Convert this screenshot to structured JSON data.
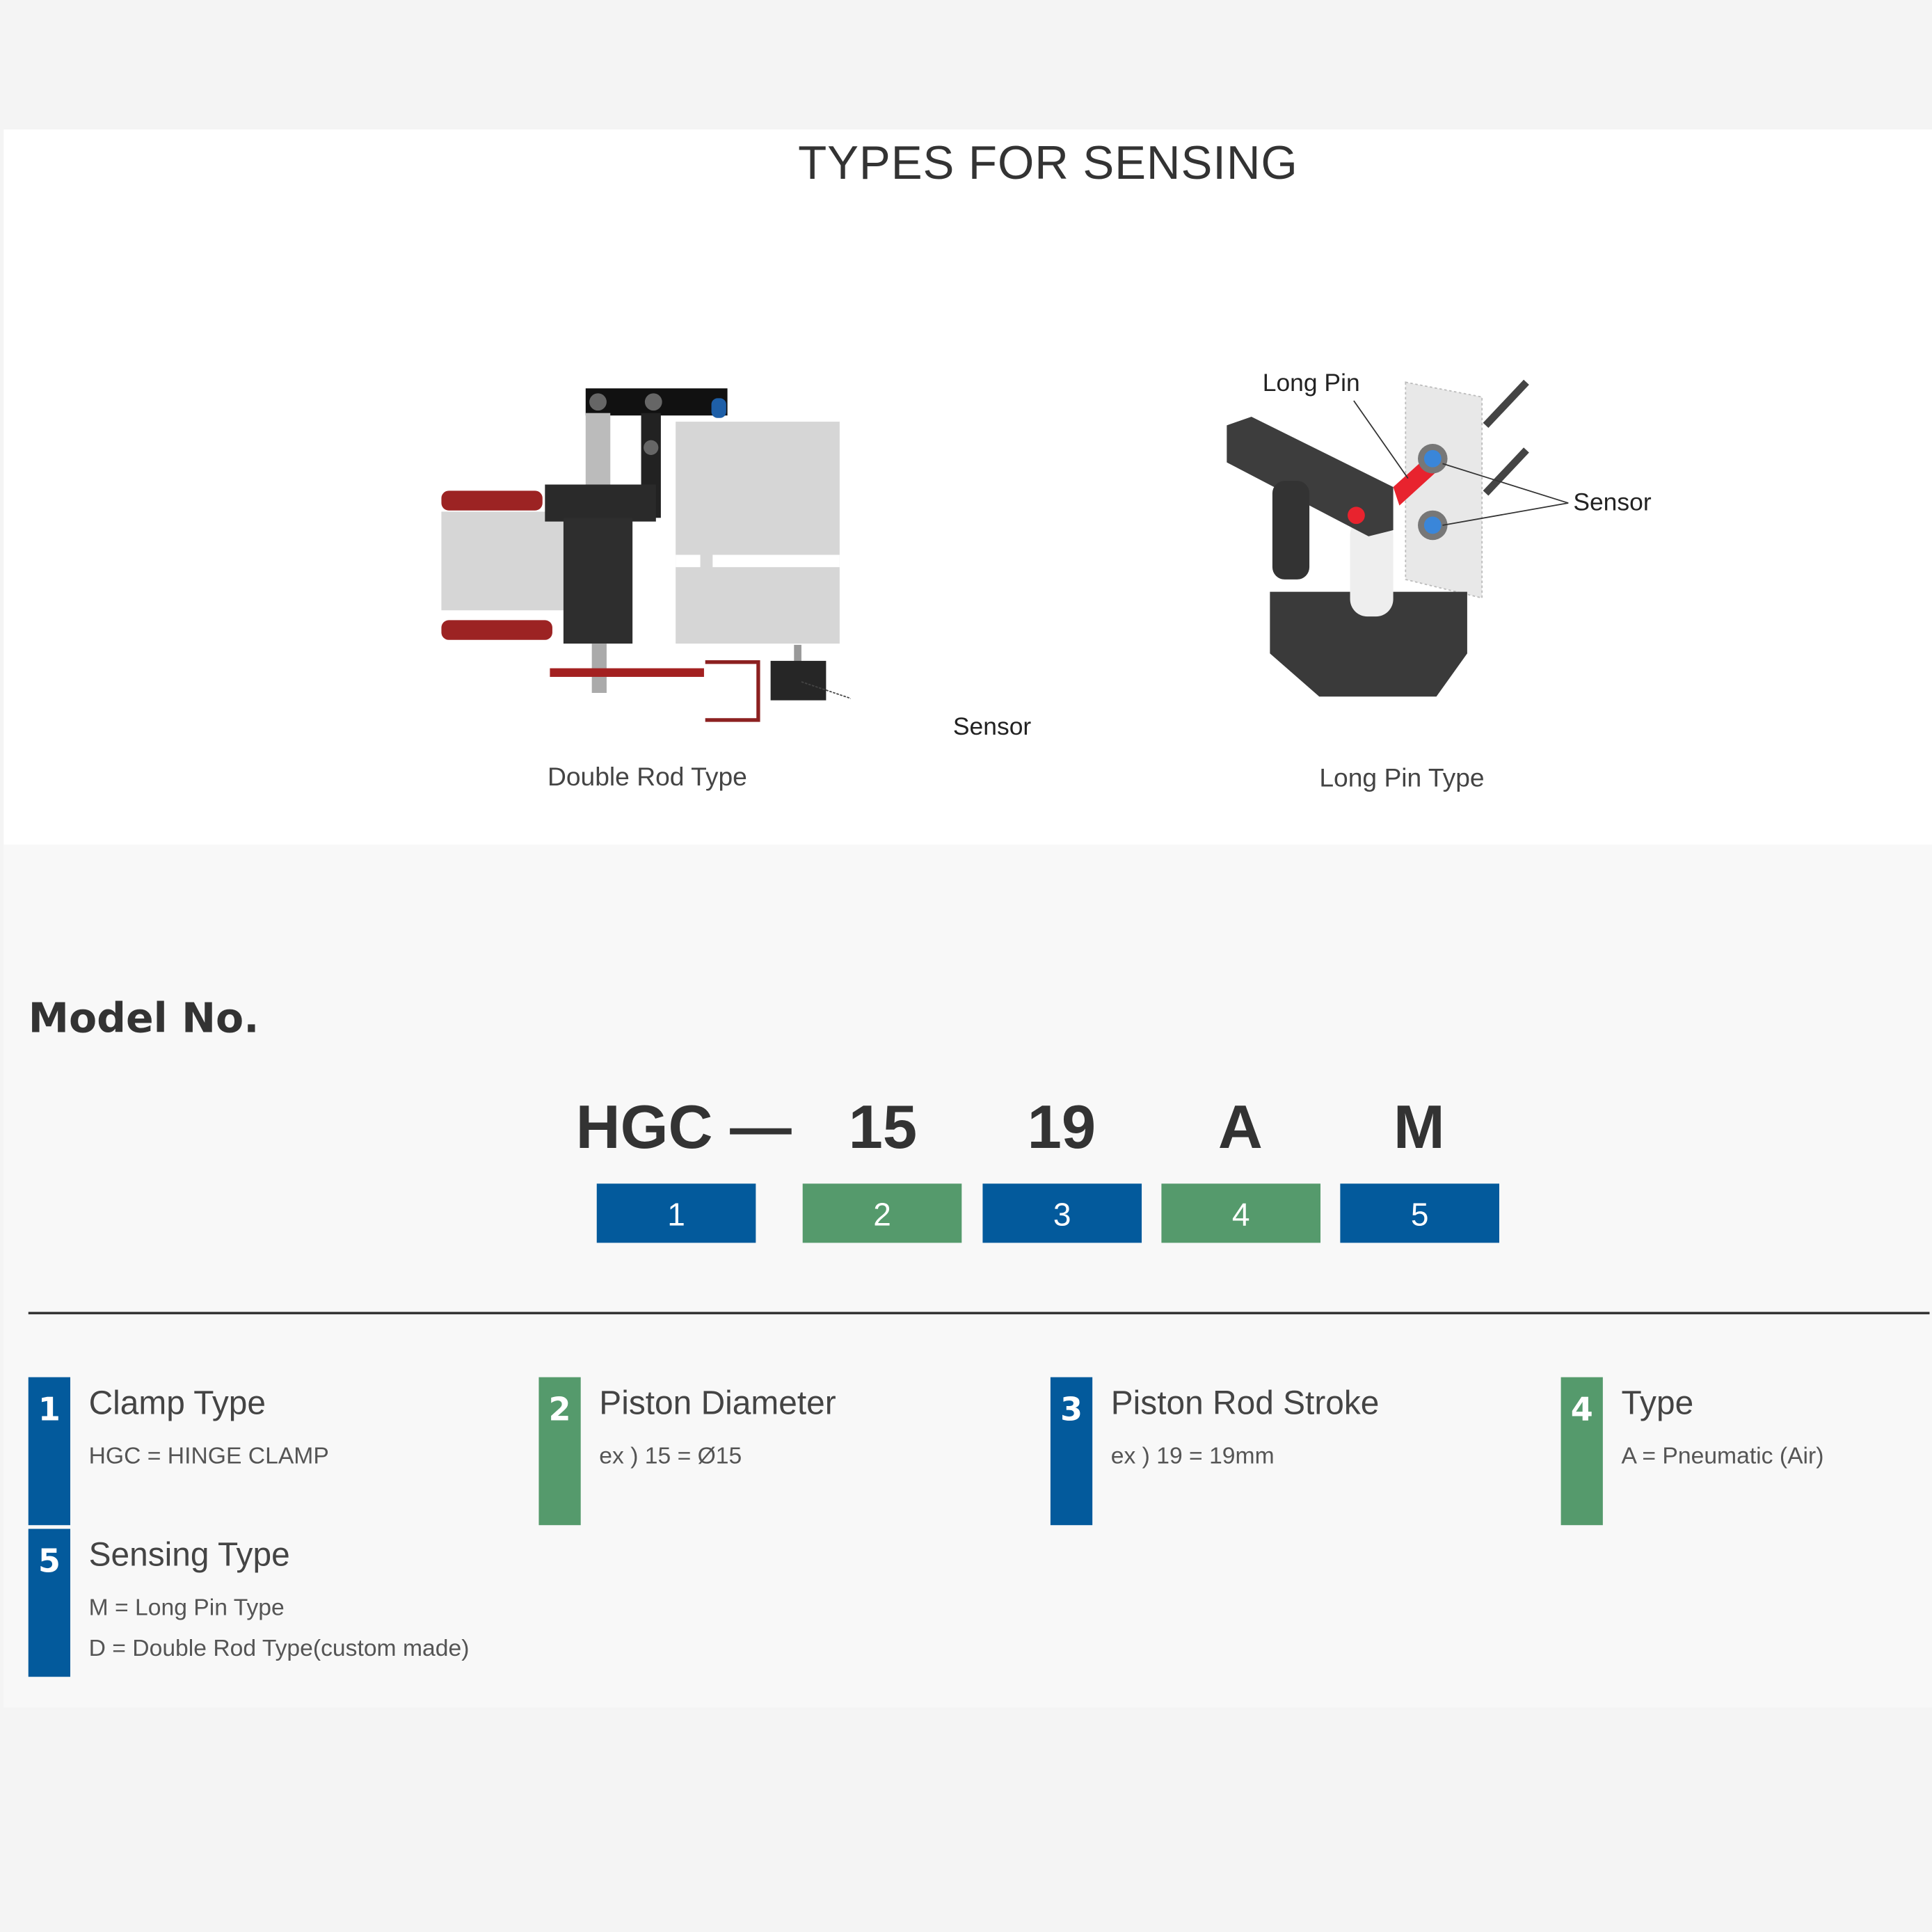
{
  "section_title": "TYPES FOR SENSING",
  "diagrams": [
    {
      "caption": "Double Rod Type",
      "labels": [
        "Sensor"
      ]
    },
    {
      "caption": "Long Pin Type",
      "labels": [
        "Long Pin",
        "Sensor"
      ]
    }
  ],
  "model": {
    "heading": "Model No.",
    "code_parts": [
      "HGC —",
      "15",
      "19",
      "A",
      "M"
    ],
    "boxes": [
      "1",
      "2",
      "3",
      "4",
      "5"
    ],
    "colors": {
      "blue": "#035a9c",
      "green": "#559a6c"
    }
  },
  "legend": [
    {
      "num": "1",
      "title": "Clamp Type",
      "desc": [
        "HGC = HINGE CLAMP"
      ]
    },
    {
      "num": "2",
      "title": "Piston Diameter",
      "desc": [
        "ex ) 15 = Ø15"
      ]
    },
    {
      "num": "3",
      "title": "Piston Rod Stroke",
      "desc": [
        "ex ) 19 = 19mm"
      ]
    },
    {
      "num": "4",
      "title": "Type",
      "desc": [
        "A = Pneumatic (Air)"
      ]
    },
    {
      "num": "5",
      "title": "Sensing Type",
      "desc": [
        "M = Long Pin Type",
        "D = Double Rod Type(custom made)"
      ]
    }
  ]
}
